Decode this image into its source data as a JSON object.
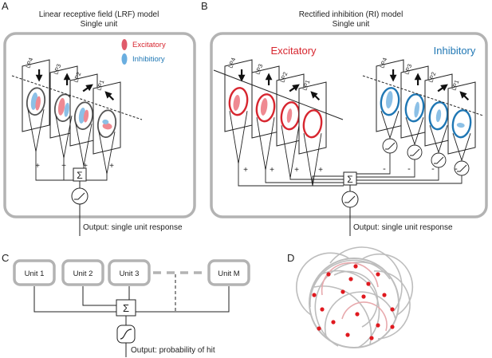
{
  "panels": {
    "a": {
      "letter": "A",
      "title_line1": "Linear receptive field (LRF) model",
      "title_line2": "Single unit",
      "legend": [
        {
          "label": "Excitatory",
          "color": "#e05a6a"
        },
        {
          "label": "Inhibitiory",
          "color": "#6aaee0"
        }
      ],
      "layers": [
        "LP4",
        "LP3",
        "LP2",
        "LP1"
      ],
      "plus": [
        "+",
        "+",
        "+",
        "+"
      ],
      "sum_symbol": "Σ",
      "output": "Output: single unit response"
    },
    "b": {
      "letter": "B",
      "title_line1": "Rectified inhibition (RI) model",
      "title_line2": "Single unit",
      "excitatory_label": "Excitatory",
      "inhibitory_label": "Inhibitory",
      "exc_layers": [
        "LP4",
        "LP3",
        "LP2",
        "LP1"
      ],
      "inh_layers": [
        "LP4",
        "LP3",
        "LP2",
        "LP1"
      ],
      "plus": [
        "+",
        "+",
        "+",
        "+"
      ],
      "minus": [
        "-",
        "-",
        "-",
        "-"
      ],
      "sum_symbol": "Σ",
      "output": "Output: single unit response"
    },
    "c": {
      "letter": "C",
      "units": [
        "Unit 1",
        "Unit 2",
        "Unit 3",
        "Unit M"
      ],
      "sum_symbol": "Σ",
      "output": "Output: probability of hit"
    },
    "d": {
      "letter": "D"
    }
  },
  "colors": {
    "excitatory": "#d7262f",
    "excitatory_light": "#ef8a92",
    "inhibitory": "#1f77b4",
    "inhibitory_light": "#8cc0e6",
    "box_border": "#b3b3b3",
    "dot": "#e0191f"
  },
  "icons": {
    "arrow": "direction-arrow-icon",
    "rectifier": "rectifier-icon",
    "sigmoid": "sigmoid-icon",
    "sum": "summation-icon"
  }
}
